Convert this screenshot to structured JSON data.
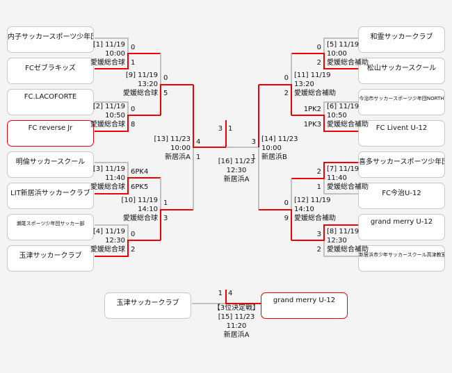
{
  "colors": {
    "win": "#ee0000",
    "line": "#c0c0c0"
  },
  "teams_left": [
    "内子サッカースポーツ少年団",
    "FCゼブラキッズ",
    "FC.LACOFORTE",
    "FC reverse Jr",
    "明倫サッカースクール",
    "LIT新居浜サッカークラブ",
    "瀬尾スポーツ少年団サッカー部",
    "玉津サッカークラブ"
  ],
  "teams_right": [
    "和霊サッカークラブ",
    "松山サッカースクール",
    "今治市サッカースポーツ少年団NORTH",
    "FC Livent U-12",
    "喜多サッカースポーツ少年団",
    "FC今治U-12",
    "grand merry U-12",
    "新居浜市少年サッカースクール高津教室"
  ],
  "matches": [
    {
      "id": "m1",
      "label": "[1] 11/19",
      "time": "10:00",
      "venue": "愛媛総合球",
      "s1": "0",
      "s2": "1"
    },
    {
      "id": "m2",
      "label": "[2] 11/19",
      "time": "10:50",
      "venue": "愛媛総合球",
      "s1": "0",
      "s2": "8"
    },
    {
      "id": "m3",
      "label": "[3] 11/19",
      "time": "11:40",
      "venue": "愛媛総合球",
      "s1": "6PK4",
      "s2": "6PK5"
    },
    {
      "id": "m4",
      "label": "[4] 11/19",
      "time": "12:30",
      "venue": "愛媛総合球",
      "s1": "0",
      "s2": "2"
    },
    {
      "id": "m5",
      "label": "[5] 11/19",
      "time": "10:00",
      "venue": "愛媛総合補助",
      "s1": "0",
      "s2": "2"
    },
    {
      "id": "m6",
      "label": "[6] 11/19",
      "time": "10:50",
      "venue": "愛媛総合補助",
      "s1": "1PK2",
      "s2": "1PK3"
    },
    {
      "id": "m7",
      "label": "[7] 11/19",
      "time": "11:40",
      "venue": "愛媛総合補助",
      "s1": "2",
      "s2": "1"
    },
    {
      "id": "m8",
      "label": "[8] 11/19",
      "time": "12:30",
      "venue": "愛媛総合補助",
      "s1": "3",
      "s2": "2"
    },
    {
      "id": "m9",
      "label": "[9] 11/19",
      "time": "13:20",
      "venue": "愛媛総合球",
      "s1": "0",
      "s2": "5"
    },
    {
      "id": "m10",
      "label": "[10] 11/19",
      "time": "14:10",
      "venue": "愛媛総合球",
      "s1": "1",
      "s2": "3"
    },
    {
      "id": "m11",
      "label": "[11] 11/19",
      "time": "13:20",
      "venue": "愛媛総合補助",
      "s1": "0",
      "s2": "2"
    },
    {
      "id": "m12",
      "label": "[12] 11/19",
      "time": "14:10",
      "venue": "愛媛総合補助",
      "s1": "0",
      "s2": "9"
    },
    {
      "id": "m13",
      "label": "[13] 11/23",
      "time": "10:00",
      "venue": "新居浜A",
      "s1": "4",
      "s2": "1"
    },
    {
      "id": "m14",
      "label": "[14] 11/23",
      "time": "10:00",
      "venue": "新居浜B",
      "s1": "3",
      "s2": "1"
    }
  ],
  "final": {
    "label": "[16] 11/23",
    "time": "12:30",
    "venue": "新居浜A",
    "s1": "3",
    "s2": "1"
  },
  "third": {
    "title": "【3位決定戦】",
    "label": "[15] 11/23",
    "time": "11:20",
    "venue": "新居浜A",
    "s1": "1",
    "s2": "4",
    "team1": "玉津サッカークラブ",
    "team2": "grand merry U-12"
  }
}
